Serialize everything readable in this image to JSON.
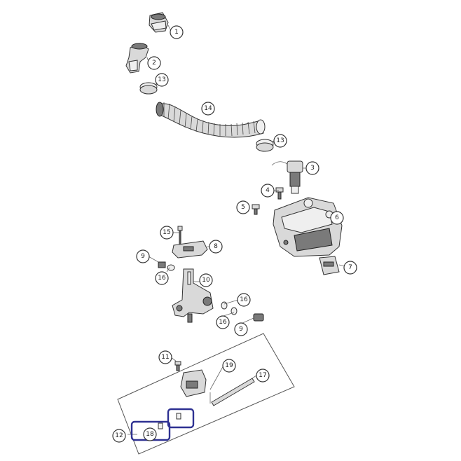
{
  "callouts": {
    "c1": "1",
    "c2": "2",
    "c3": "3",
    "c4": "4",
    "c5": "5",
    "c6": "6",
    "c7": "7",
    "c8": "8",
    "c9a": "9",
    "c9b": "9",
    "c10": "10",
    "c11": "11",
    "c12": "12",
    "c13a": "13",
    "c13b": "13",
    "c14": "14",
    "c15": "15",
    "c16a": "16",
    "c16b": "16",
    "c16c": "16",
    "c17": "17",
    "c18": "18",
    "c19": "19"
  },
  "colors": {
    "highlight": "#2e3192",
    "line": "#333333",
    "part_fill": "#d9d9d9"
  }
}
